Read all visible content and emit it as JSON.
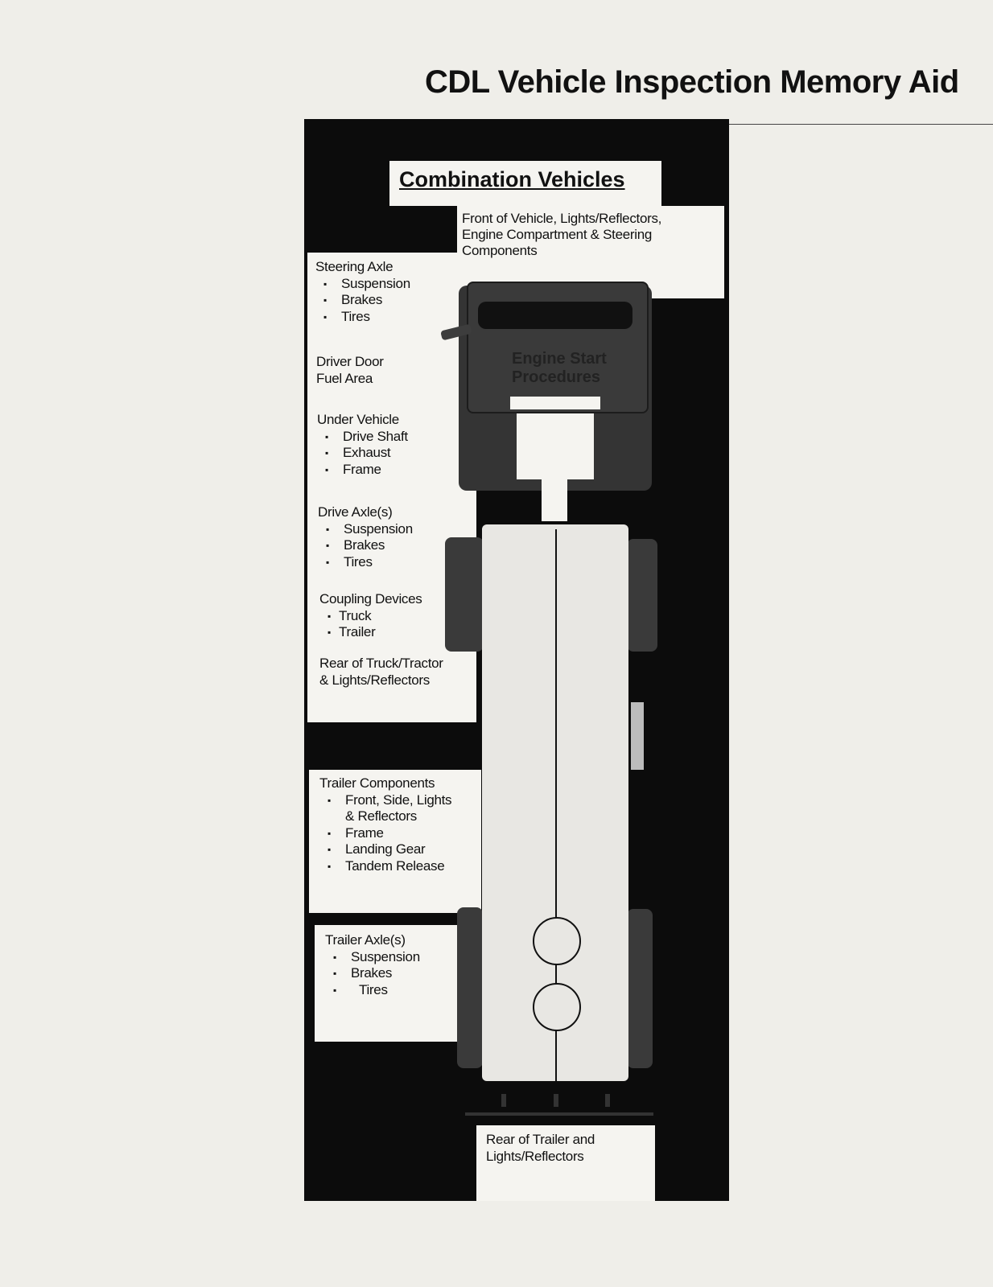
{
  "page_title": "CDL Vehicle Inspection Memory Aid",
  "diagram_title": "Combination Vehicles",
  "sections": {
    "front": {
      "title": "Front of Vehicle, Lights/Reflectors,",
      "line2": "Engine Compartment & Steering",
      "line3": "Components"
    },
    "steering_axle": {
      "title": "Steering Axle",
      "items": [
        "Suspension",
        "Brakes",
        "Tires"
      ]
    },
    "driver_door": {
      "line1": "Driver Door",
      "line2": "Fuel Area"
    },
    "under_vehicle": {
      "title": "Under Vehicle",
      "items": [
        "Drive Shaft",
        "Exhaust",
        "Frame"
      ]
    },
    "drive_axles": {
      "title": "Drive Axle(s)",
      "items": [
        "Suspension",
        "Brakes",
        "Tires"
      ]
    },
    "coupling": {
      "title": "Coupling Devices",
      "items": [
        "Truck",
        "Trailer"
      ]
    },
    "rear_truck": {
      "line1": "Rear of Truck/Tractor",
      "line2": "& Lights/Reflectors"
    },
    "trailer_components": {
      "title": "Trailer Components",
      "items": [
        "Front, Side, Lights",
        "& Reflectors",
        "Frame",
        "Landing Gear",
        "Tandem Release"
      ]
    },
    "trailer_axles": {
      "title": "Trailer Axle(s)",
      "items": [
        "Suspension",
        "Brakes",
        "Tires"
      ]
    },
    "rear_trailer": {
      "line1": "Rear of Trailer and",
      "line2": "Lights/Reflectors"
    }
  },
  "vehicle": {
    "engine_text_1": "Engine Start",
    "engine_text_2": "Procedures"
  }
}
